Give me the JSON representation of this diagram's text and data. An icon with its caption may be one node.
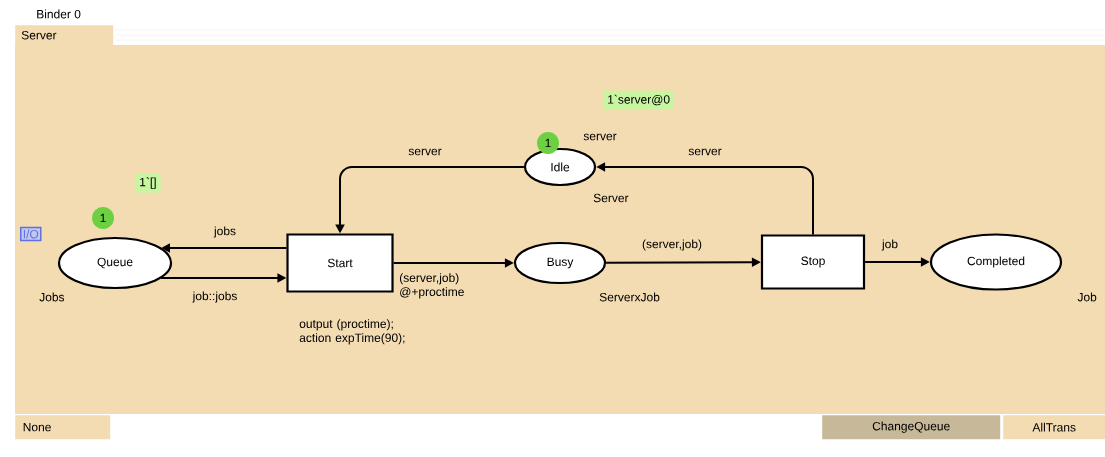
{
  "diagram": {
    "nodes": [
      {
        "text": [
          "Queue"
        ],
        "beside": [
          "Jobs"
        ]
      },
      {
        "text": [
          "Start"
        ],
        "beside": [
          "output (proctime); action expTime(90);"
        ]
      },
      {
        "text": [
          "Busy"
        ],
        "beside": [
          "ServerxJob"
        ]
      },
      {
        "text": [
          "Idle"
        ],
        "beside": [
          "Server"
        ]
      },
      {
        "text": [
          "Stop"
        ]
      },
      {
        "text": [
          "Completed"
        ],
        "beside": [
          "Job"
        ]
      }
    ],
    "edges": [
      {
        "from": 1,
        "to": 0,
        "arrow": "to",
        "label": "jobs"
      },
      {
        "from": 0,
        "to": 1,
        "arrow": "to",
        "label": "job::jobs"
      },
      {
        "from": 1,
        "to": 2,
        "arrow": "to",
        "label": "(server,job) @+proctime"
      },
      {
        "from": 3,
        "to": 1,
        "arrow": "to",
        "label": "server"
      },
      {
        "from": 2,
        "to": 4,
        "arrow": "to",
        "label": "(server,job)"
      },
      {
        "from": 4,
        "to": 3,
        "arrow": "to",
        "label": "server"
      },
      {
        "from": 4,
        "to": 5,
        "arrow": "to",
        "label": "job"
      }
    ],
    "labels": [
      "Binder 0",
      "Server",
      "1`server@0",
      "1",
      "server",
      "1`[]",
      "1",
      "I/O",
      "None",
      "ChangeQueue",
      "AllTrans"
    ]
  }
}
